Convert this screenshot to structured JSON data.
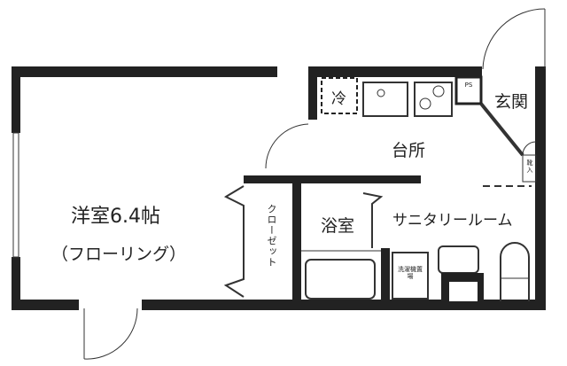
{
  "floorplan": {
    "rooms": {
      "western_room": {
        "name": "洋室6.4帖",
        "sub": "（フローリング）"
      },
      "closet": "クローゼット",
      "kitchen": "台所",
      "entrance": "玄関",
      "bathroom": "浴室",
      "sanitary": "サニタリールーム",
      "fridge": "冷",
      "ps": "PS",
      "shoe": "靴入",
      "washer": "洗濯機置場"
    },
    "colors": {
      "wall": "#222222",
      "line": "#333333",
      "bg": "#ffffff"
    }
  }
}
